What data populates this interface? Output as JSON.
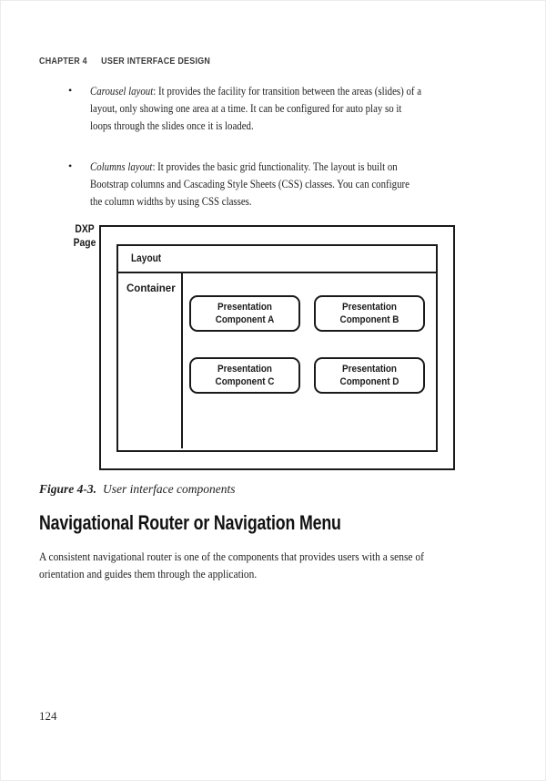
{
  "header": {
    "chapter": "CHAPTER 4",
    "title": "USER INTERFACE DESIGN"
  },
  "list": {
    "marker": "•",
    "items": [
      {
        "term": "Carousel layout",
        "text": ": It provides the facility for transition between the areas (slides) of a layout, only showing one area at a time. It can be configured for auto play so it loops through the slides once it is loaded."
      },
      {
        "term": "Columns layout",
        "text": ": It provides the basic grid functionality. The layout is built on Bootstrap columns and Cascading Style Sheets (CSS) classes. You can configure the column widths by using CSS classes."
      }
    ]
  },
  "diagram": {
    "page_label": "DXP Page",
    "layout_label": "Layout",
    "container_label": "Container",
    "components": [
      {
        "label": "Presentation Component A"
      },
      {
        "label": "Presentation Component B"
      },
      {
        "label": "Presentation Component C"
      },
      {
        "label": "Presentation Component D"
      }
    ]
  },
  "figure": {
    "label": "Figure 4-3.",
    "caption": "User interface components"
  },
  "section": {
    "heading": "Navigational Router or Navigation Menu",
    "body": "A consistent navigational router is one of the components that provides users with a sense of orientation and guides them through the application."
  },
  "footer": {
    "page_number": "124"
  },
  "colors": {
    "ink": "#1c1c1c",
    "line": "#1a1a1a",
    "background": "#ffffff"
  }
}
